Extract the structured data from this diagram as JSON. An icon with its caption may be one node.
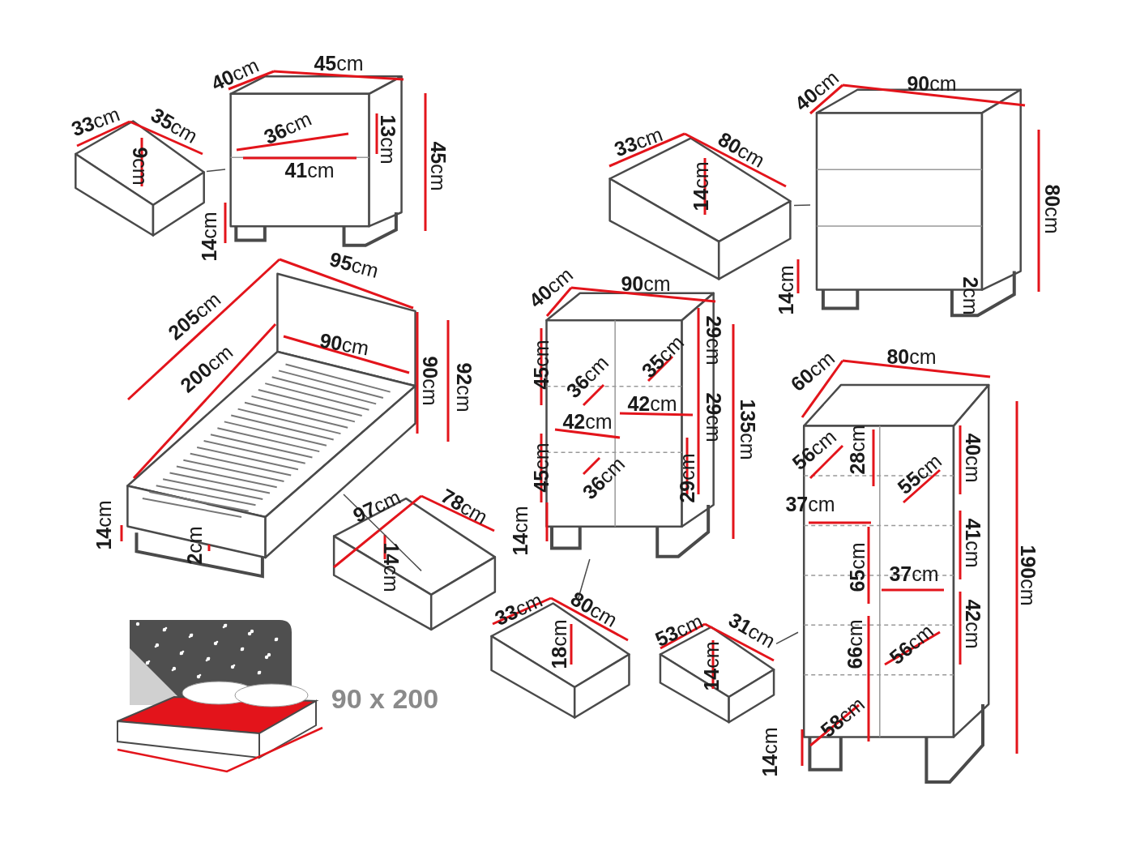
{
  "diagram": {
    "nodes": [
      {
        "text": [],
        "shape": "picture"
      },
      {
        "text": [],
        "shape": "picture"
      },
      {
        "text": [],
        "shape": "picture"
      },
      {
        "text": [],
        "shape": "picture"
      },
      {
        "text": [],
        "shape": "picture"
      },
      {
        "text": [],
        "shape": "picture"
      },
      {
        "text": [],
        "shape": "picture"
      },
      {
        "text": [],
        "shape": "picture"
      },
      {
        "text": [],
        "shape": "picture"
      },
      {
        "text": [],
        "shape": "picture"
      }
    ],
    "edges": [
      {
        "from": 0,
        "to": 1,
        "arrow": "none"
      },
      {
        "from": 2,
        "to": 3,
        "arrow": "none"
      },
      {
        "from": 5,
        "to": 4,
        "arrow": "none"
      },
      {
        "from": 7,
        "to": 6,
        "arrow": "none"
      },
      {
        "from": 8,
        "to": 9,
        "arrow": "none"
      }
    ],
    "labels": [
      "**33**cm",
      "**35**cm",
      "**9**cm",
      "**40**cm",
      "**45**cm",
      "**36**cm",
      "**13**cm",
      "**41**cm",
      "**45**cm",
      "**14**cm",
      "**33**cm",
      "**80**cm",
      "**14**cm",
      "**40**cm",
      "**90**cm",
      "**80**cm",
      "**14**cm",
      "**2**cm",
      "**205**cm",
      "**95**cm",
      "**200**cm",
      "**90**cm",
      "**90**cm",
      "**92**cm",
      "**14**cm",
      "**2**cm",
      "**97**cm",
      "**78**cm",
      "**14**cm",
      "**40**cm",
      "**90**cm",
      "**29**cm",
      "**135**cm",
      "**45**cm",
      "**36**cm",
      "**35**cm",
      "**42**cm",
      "**29**cm",
      "**42**cm",
      "**45**cm",
      "**36**cm",
      "**29**cm",
      "**14**cm",
      "**33**cm",
      "**80**cm",
      "**18**cm",
      "**53**cm",
      "**31**cm",
      "**14**cm",
      "**60**cm",
      "**80**cm",
      "**56**cm",
      "**28**cm",
      "**55**cm",
      "**40**cm",
      "**37**cm",
      "**65**cm",
      "**37**cm",
      "**41**cm",
      "**190**cm",
      "**66**cm",
      "**56**cm",
      "**42**cm",
      "**58**cm",
      "**14**cm",
      "90 x 200"
    ]
  }
}
